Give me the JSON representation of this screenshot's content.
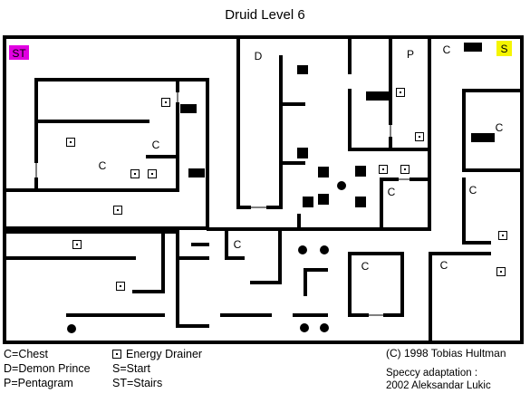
{
  "title": "Druid Level 6",
  "colors": {
    "wall": "#000000",
    "background": "#ffffff",
    "stairs_marker": "#e100e1",
    "start_marker": "#f5f500"
  },
  "markers": {
    "stairs": "ST",
    "start": "S"
  },
  "room_labels": {
    "chest": "C",
    "demon_prince": "D",
    "pentagram": "P"
  },
  "legend": {
    "col1": [
      "C=Chest",
      "D=Demon Prince",
      "P=Pentagram"
    ],
    "energy_drainer": "Energy Drainer",
    "start": "S=Start",
    "stairs": "ST=Stairs"
  },
  "credits": {
    "copyright": "(C) 1998 Tobias Hultman",
    "adaptation": "Speccy adaptation :",
    "author": "2002  Aleksandar Lukic"
  }
}
